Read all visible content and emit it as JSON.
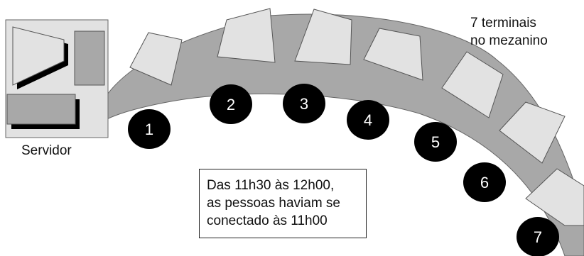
{
  "server": {
    "label": "Servidor"
  },
  "terminals": {
    "heading_line1": "7 terminais",
    "heading_line2": "no mezanino",
    "numbers": [
      "1",
      "2",
      "3",
      "4",
      "5",
      "6",
      "7"
    ]
  },
  "note": {
    "line1": "Das 11h30 às 12h00,",
    "line2": "as pessoas haviam se",
    "line3": "conectado às 11h00"
  },
  "colors": {
    "arc_fill": "#a8a8a8",
    "terminal_fill": "#e2e2e2",
    "server_box_fill": "#e2e2e2",
    "server_part_fill": "#a8a8a8",
    "badge_fill": "#000000",
    "badge_text": "#ffffff"
  }
}
